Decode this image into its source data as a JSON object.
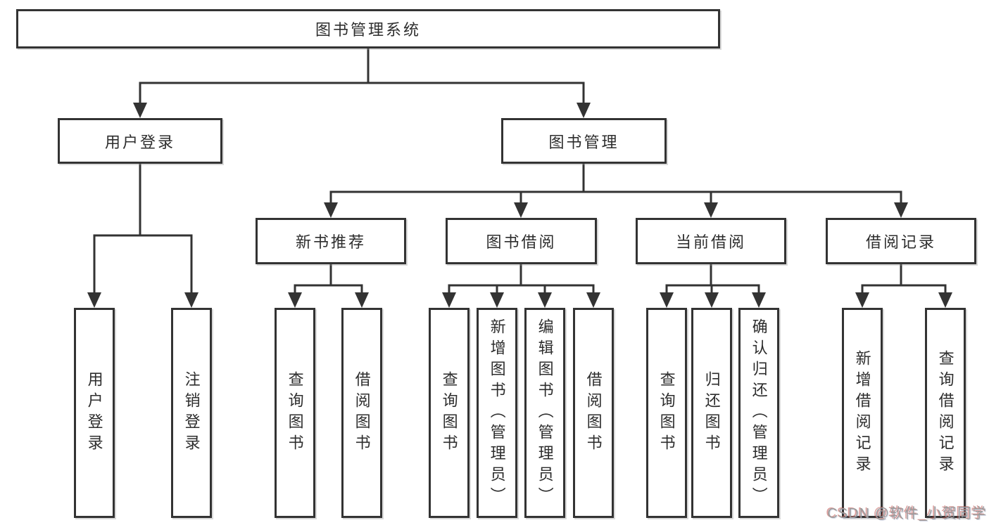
{
  "diagram_title": "图书管理系统",
  "nodes": {
    "root": "图书管理系统",
    "user_login": "用户登录",
    "book_mgmt": "图书管理",
    "new_book_rec": "新书推荐",
    "book_borrow": "图书借阅",
    "current_borrow": "当前借阅",
    "borrow_records": "借阅记录",
    "leaf_user_login": "用户登录",
    "leaf_logout": "注销登录",
    "leaf_rec_query_books": "查询图书",
    "leaf_rec_borrow_books": "借阅图书",
    "leaf_bb_query_books": "查询图书",
    "leaf_bb_add_books": "新增图书（管理员）",
    "leaf_bb_edit_books": "编辑图书（管理员）",
    "leaf_bb_borrow_books": "借阅图书",
    "leaf_cb_query_books": "查询图书",
    "leaf_cb_return_books": "归还图书",
    "leaf_cb_confirm_return": "确认归还（管理员）",
    "leaf_br_add_record": "新增借阅记录",
    "leaf_br_query_record": "查询借阅记录"
  },
  "hierarchy": {
    "label": "图书管理系统",
    "children": [
      {
        "label": "用户登录",
        "children": [
          {
            "label": "用户登录"
          },
          {
            "label": "注销登录"
          }
        ]
      },
      {
        "label": "图书管理",
        "children": [
          {
            "label": "新书推荐",
            "children": [
              {
                "label": "查询图书"
              },
              {
                "label": "借阅图书"
              }
            ]
          },
          {
            "label": "图书借阅",
            "children": [
              {
                "label": "查询图书"
              },
              {
                "label": "新增图书（管理员）"
              },
              {
                "label": "编辑图书（管理员）"
              },
              {
                "label": "借阅图书"
              }
            ]
          },
          {
            "label": "当前借阅",
            "children": [
              {
                "label": "查询图书"
              },
              {
                "label": "归还图书"
              },
              {
                "label": "确认归还（管理员）"
              }
            ]
          },
          {
            "label": "借阅记录",
            "children": [
              {
                "label": "新增借阅记录"
              },
              {
                "label": "查询借阅记录"
              }
            ]
          }
        ]
      }
    ]
  },
  "watermark": "CSDN @软件_小贺同学",
  "colors": {
    "background": "#ffffff",
    "box_fill": "#ffffff",
    "box_border": "#333333",
    "line": "#333333",
    "text": "#2d2d2d",
    "watermark": "#9c9c9c",
    "watermark_tint": "#c0504d"
  }
}
